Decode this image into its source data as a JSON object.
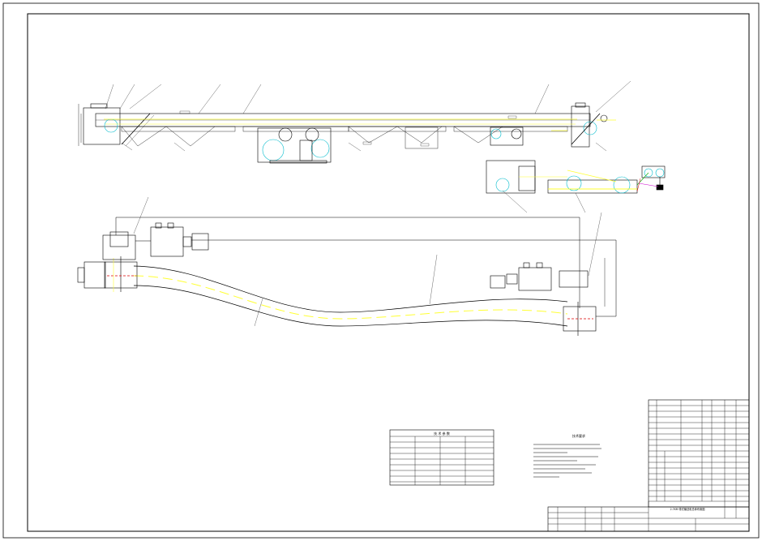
{
  "drawing": {
    "title_block": {
      "title": "2.7KM 带式输送机总体布置图",
      "note_title": "技术要求"
    },
    "spec_table": {
      "title": "技 术 参 数"
    },
    "colors": {
      "line": "#000000",
      "belt": "#ffff33",
      "accent_green": "#00aa00",
      "accent_cyan": "#00bbcc",
      "accent_red": "#dd0000",
      "accent_magenta": "#cc00cc"
    }
  }
}
